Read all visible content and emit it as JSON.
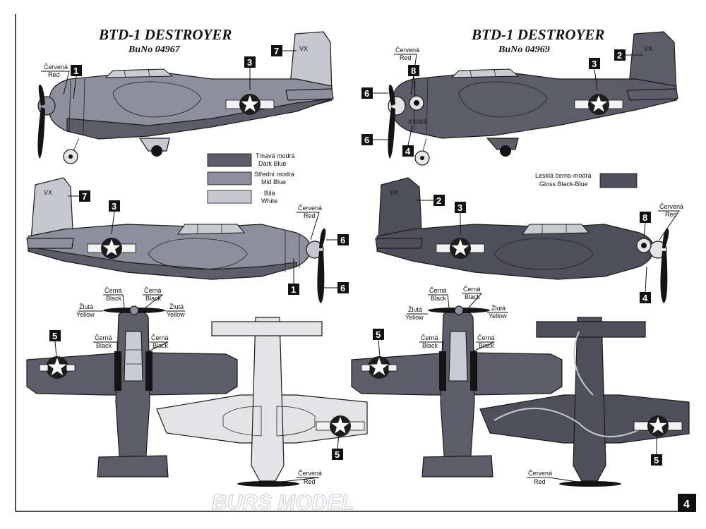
{
  "aircraft": [
    {
      "title": "BTD-1 DESTROYER",
      "buno": "BuNo 04967"
    },
    {
      "title": "BTD-1 DESTROYER",
      "buno": "BuNo 04969"
    }
  ],
  "legend_3tone": [
    {
      "cz": "Tmavá modrá",
      "en": "Dark Blue",
      "color": "#5d5d6a"
    },
    {
      "cz": "Střední modrá",
      "en": "Mid Blue",
      "color": "#8d8f9c"
    },
    {
      "cz": "Bílá",
      "en": "White",
      "color": "#c6c7cf"
    }
  ],
  "legend_gloss": {
    "cz": "Lesklá černo-modrá",
    "en": "Gloss Black-Blue",
    "color": "#4f4f5b"
  },
  "labels": {
    "red_cz": "Červená",
    "red_en": "Red",
    "black_cz": "Černá",
    "black_en": "Black",
    "yellow_cz": "Žlutá",
    "yellow_en": "Yellow"
  },
  "markers": {
    "m1": "1",
    "m2": "2",
    "m3": "3",
    "m4": "4",
    "m5": "5",
    "m6": "6",
    "m7": "7",
    "m8": "8"
  },
  "tail_code": "VX",
  "nose_code": "X3093",
  "page_number": "4",
  "watermark": "BURS MODEL"
}
